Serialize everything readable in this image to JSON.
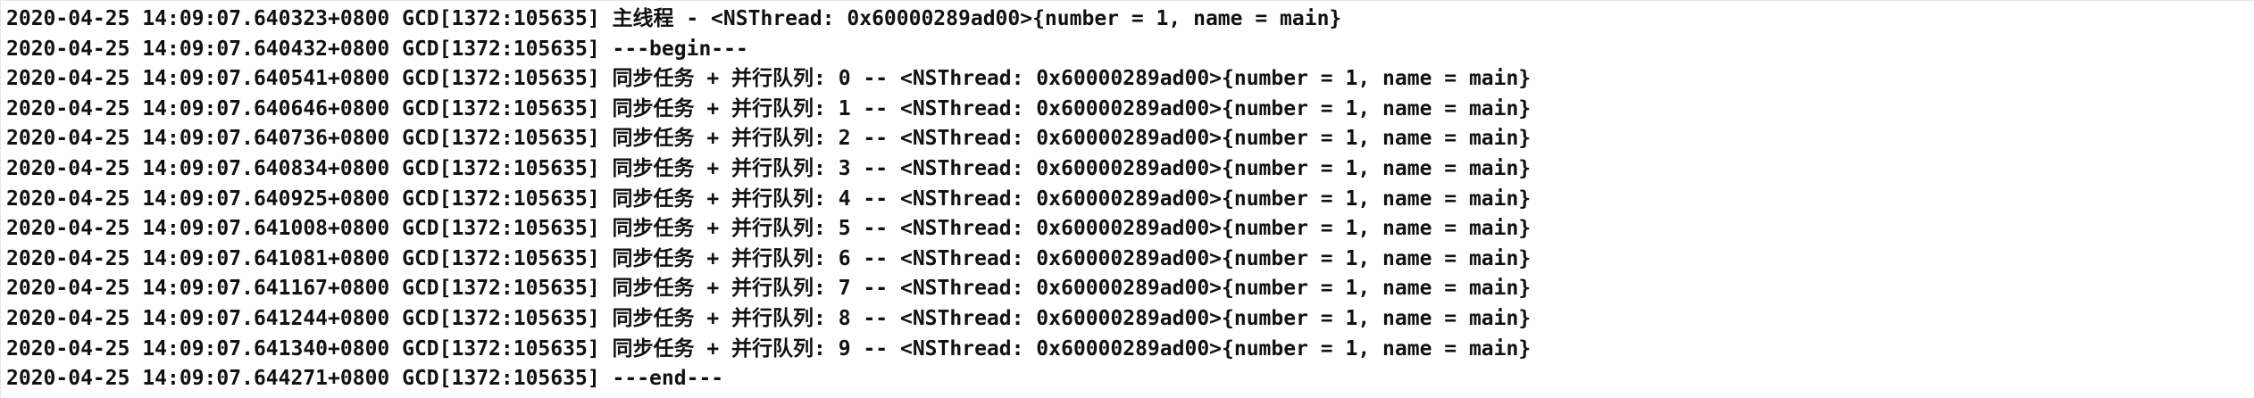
{
  "console": {
    "lines": [
      "2020-04-25 14:09:07.640323+0800 GCD[1372:105635] 主线程 - <NSThread: 0x60000289ad00>{number = 1, name = main}",
      "2020-04-25 14:09:07.640432+0800 GCD[1372:105635] ---begin---",
      "2020-04-25 14:09:07.640541+0800 GCD[1372:105635] 同步任务 + 并行队列: 0 -- <NSThread: 0x60000289ad00>{number = 1, name = main}",
      "2020-04-25 14:09:07.640646+0800 GCD[1372:105635] 同步任务 + 并行队列: 1 -- <NSThread: 0x60000289ad00>{number = 1, name = main}",
      "2020-04-25 14:09:07.640736+0800 GCD[1372:105635] 同步任务 + 并行队列: 2 -- <NSThread: 0x60000289ad00>{number = 1, name = main}",
      "2020-04-25 14:09:07.640834+0800 GCD[1372:105635] 同步任务 + 并行队列: 3 -- <NSThread: 0x60000289ad00>{number = 1, name = main}",
      "2020-04-25 14:09:07.640925+0800 GCD[1372:105635] 同步任务 + 并行队列: 4 -- <NSThread: 0x60000289ad00>{number = 1, name = main}",
      "2020-04-25 14:09:07.641008+0800 GCD[1372:105635] 同步任务 + 并行队列: 5 -- <NSThread: 0x60000289ad00>{number = 1, name = main}",
      "2020-04-25 14:09:07.641081+0800 GCD[1372:105635] 同步任务 + 并行队列: 6 -- <NSThread: 0x60000289ad00>{number = 1, name = main}",
      "2020-04-25 14:09:07.641167+0800 GCD[1372:105635] 同步任务 + 并行队列: 7 -- <NSThread: 0x60000289ad00>{number = 1, name = main}",
      "2020-04-25 14:09:07.641244+0800 GCD[1372:105635] 同步任务 + 并行队列: 8 -- <NSThread: 0x60000289ad00>{number = 1, name = main}",
      "2020-04-25 14:09:07.641340+0800 GCD[1372:105635] 同步任务 + 并行队列: 9 -- <NSThread: 0x60000289ad00>{number = 1, name = main}",
      "2020-04-25 14:09:07.644271+0800 GCD[1372:105635] ---end---"
    ]
  }
}
